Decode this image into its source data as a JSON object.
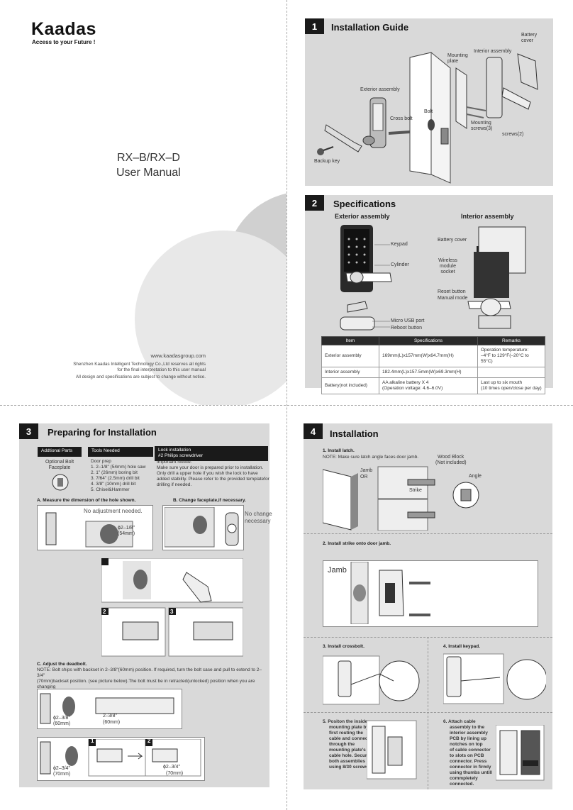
{
  "cover": {
    "brand": "Kaadas",
    "tagline": "Access to your Future !",
    "model": "RX–B/RX–D",
    "subtitle": "User Manual",
    "website": "www.kaadasgroup.com",
    "legal1": "Shenzhen Kaadas Intelligent Technology Co.,Ltd reserves all rights",
    "legal2": "for the final interpretation to this user manual",
    "legal3": "All design and specifications are subject to change without notice."
  },
  "s1": {
    "num": "1",
    "title": "Installation Guide",
    "labels": {
      "battery_cover": "Battery cover",
      "mounting_plate": "Mounting plate",
      "interior": "Interior assembly",
      "exterior": "Exterior assembly",
      "bolt": "Bolt",
      "cross_bolt": "Cross bolt",
      "mounting_screws": "Mounting screws(3)",
      "screws2": "screws(2)",
      "backup_key": "Backup key"
    }
  },
  "s2": {
    "num": "2",
    "title": "Specifications",
    "ext_title": "Exterior assembly",
    "int_title": "Interior assembly",
    "labels": {
      "keypad": "Keypad",
      "cylinder": "Cylinder",
      "micro_usb": "Micro USB port",
      "reboot": "Reboot button",
      "battery_cover": "Battery cover",
      "wireless": "Wireless module socket",
      "reset": "Reset button",
      "manual": "Manual mode"
    },
    "headers": [
      "Item",
      "Specifications",
      "Remarks"
    ],
    "rows": [
      {
        "item": "Exterior assembly",
        "spec": "169mm(L)x157mm(W)x64.7mm(H)",
        "remark1": "Operation temperature:",
        "remark2": "–4°F to 129°F(–20°C to 55°C)"
      },
      {
        "item": "Interior assembly",
        "spec": "182.4mm(L)x157.5mm(W)x69.3mm(H)",
        "remark1": "",
        "remark2": ""
      },
      {
        "item": "Battery(not included)",
        "spec": "AA alkaline battery X 4",
        "spec2": "(Operation voltage: 4.6–6.0V)",
        "remark1": "Last up to six mouth",
        "remark2": "(10 times open/close per day)"
      }
    ]
  },
  "s3": {
    "num": "3",
    "title": "Preparing for Installation",
    "parts_head": "Addtional Parts",
    "parts1": "Optional Bolt",
    "parts2": "Faceplate",
    "tools_head": "Tools Needed",
    "tools": [
      "Door prep",
      "1. 2–1/8\" (54mm) hole saw",
      "2. 1\" (26mm) boring bit",
      "3. 7/64\" (2.5mm) drill bit",
      "4. 3/8\" (10mm) drill bit",
      "5. Chisel&Hammer"
    ],
    "lock_head1": "Lock installation",
    "lock_head2": "#2 Philips screwdriver",
    "notice": [
      "Important Notice:",
      "Make sure your door is prepared prior to installation.",
      "Only drill a upper hole if you wish the lock to have",
      "added stability. Please refer to the provided templatefor",
      "drilling if needed."
    ],
    "stepA": "A. Measure the dimension of the hole shown.",
    "no_adj": "No adjustment needed.",
    "dim1": "ϕ2–1/8\"",
    "dim1b": "(54mm)",
    "stepB": "B. Change faceplate,if necessary.",
    "no_change1": "No change",
    "no_change2": "necessary",
    "stepC": "C. Adjust the deadbolt.",
    "noteC": [
      "NOTE: Bolt ships with backset in 2–3/8\"(60mm) position. If required, turn the bolt case and pull to extend to 2–3/4\"",
      "(70mm)backset position. (see picture below).The bolt must be in retracted(unlocked) position when you are changing",
      "backset."
    ],
    "d238": "ϕ2–3/8\"",
    "d238b": "(60mm)",
    "d238c": "2–3/8\"",
    "d238d": "(60mm)",
    "d234": "ϕ2–3/4\"",
    "d234b": "(70mm)",
    "d234c": "ϕ2–3/4\"",
    "d234d": "(70mm)",
    "n1": "1",
    "n2": "2",
    "n3": "3"
  },
  "s4": {
    "num": "4",
    "title": "Installation",
    "step1": "1. Install latch.",
    "note1": "NOTE: Make sure latch angle faces door jamb.",
    "jamb": "Jamb",
    "or": "OR",
    "wood1": "Wood Block",
    "wood2": "(Not included)",
    "angle": "Angle",
    "strike": "Strike",
    "step2": "2. Install strike onto door jamb.",
    "jamb2": "Jamb",
    "step3": "3. Install crossbolt.",
    "step4": "4. Install keypad.",
    "step5": [
      "5. Positon the inside",
      "mounting plate by",
      "first routing the",
      "cable and connector",
      "through the",
      "mounting plate's",
      "cable hole. Secure",
      "both assemblies",
      "using 8/30 screws."
    ],
    "step6": [
      "6. Attach cable",
      "assembly to the",
      "interior assembly",
      "PCB by lining up",
      "notches on top",
      "of cable connector",
      "to slots on PCB",
      "connector. Press",
      "connector in firmly",
      "using thumbs untill",
      "commpletely",
      "connected."
    ]
  },
  "colors": {
    "panel": "#d9d9d9",
    "dark": "#1a1a1a"
  }
}
